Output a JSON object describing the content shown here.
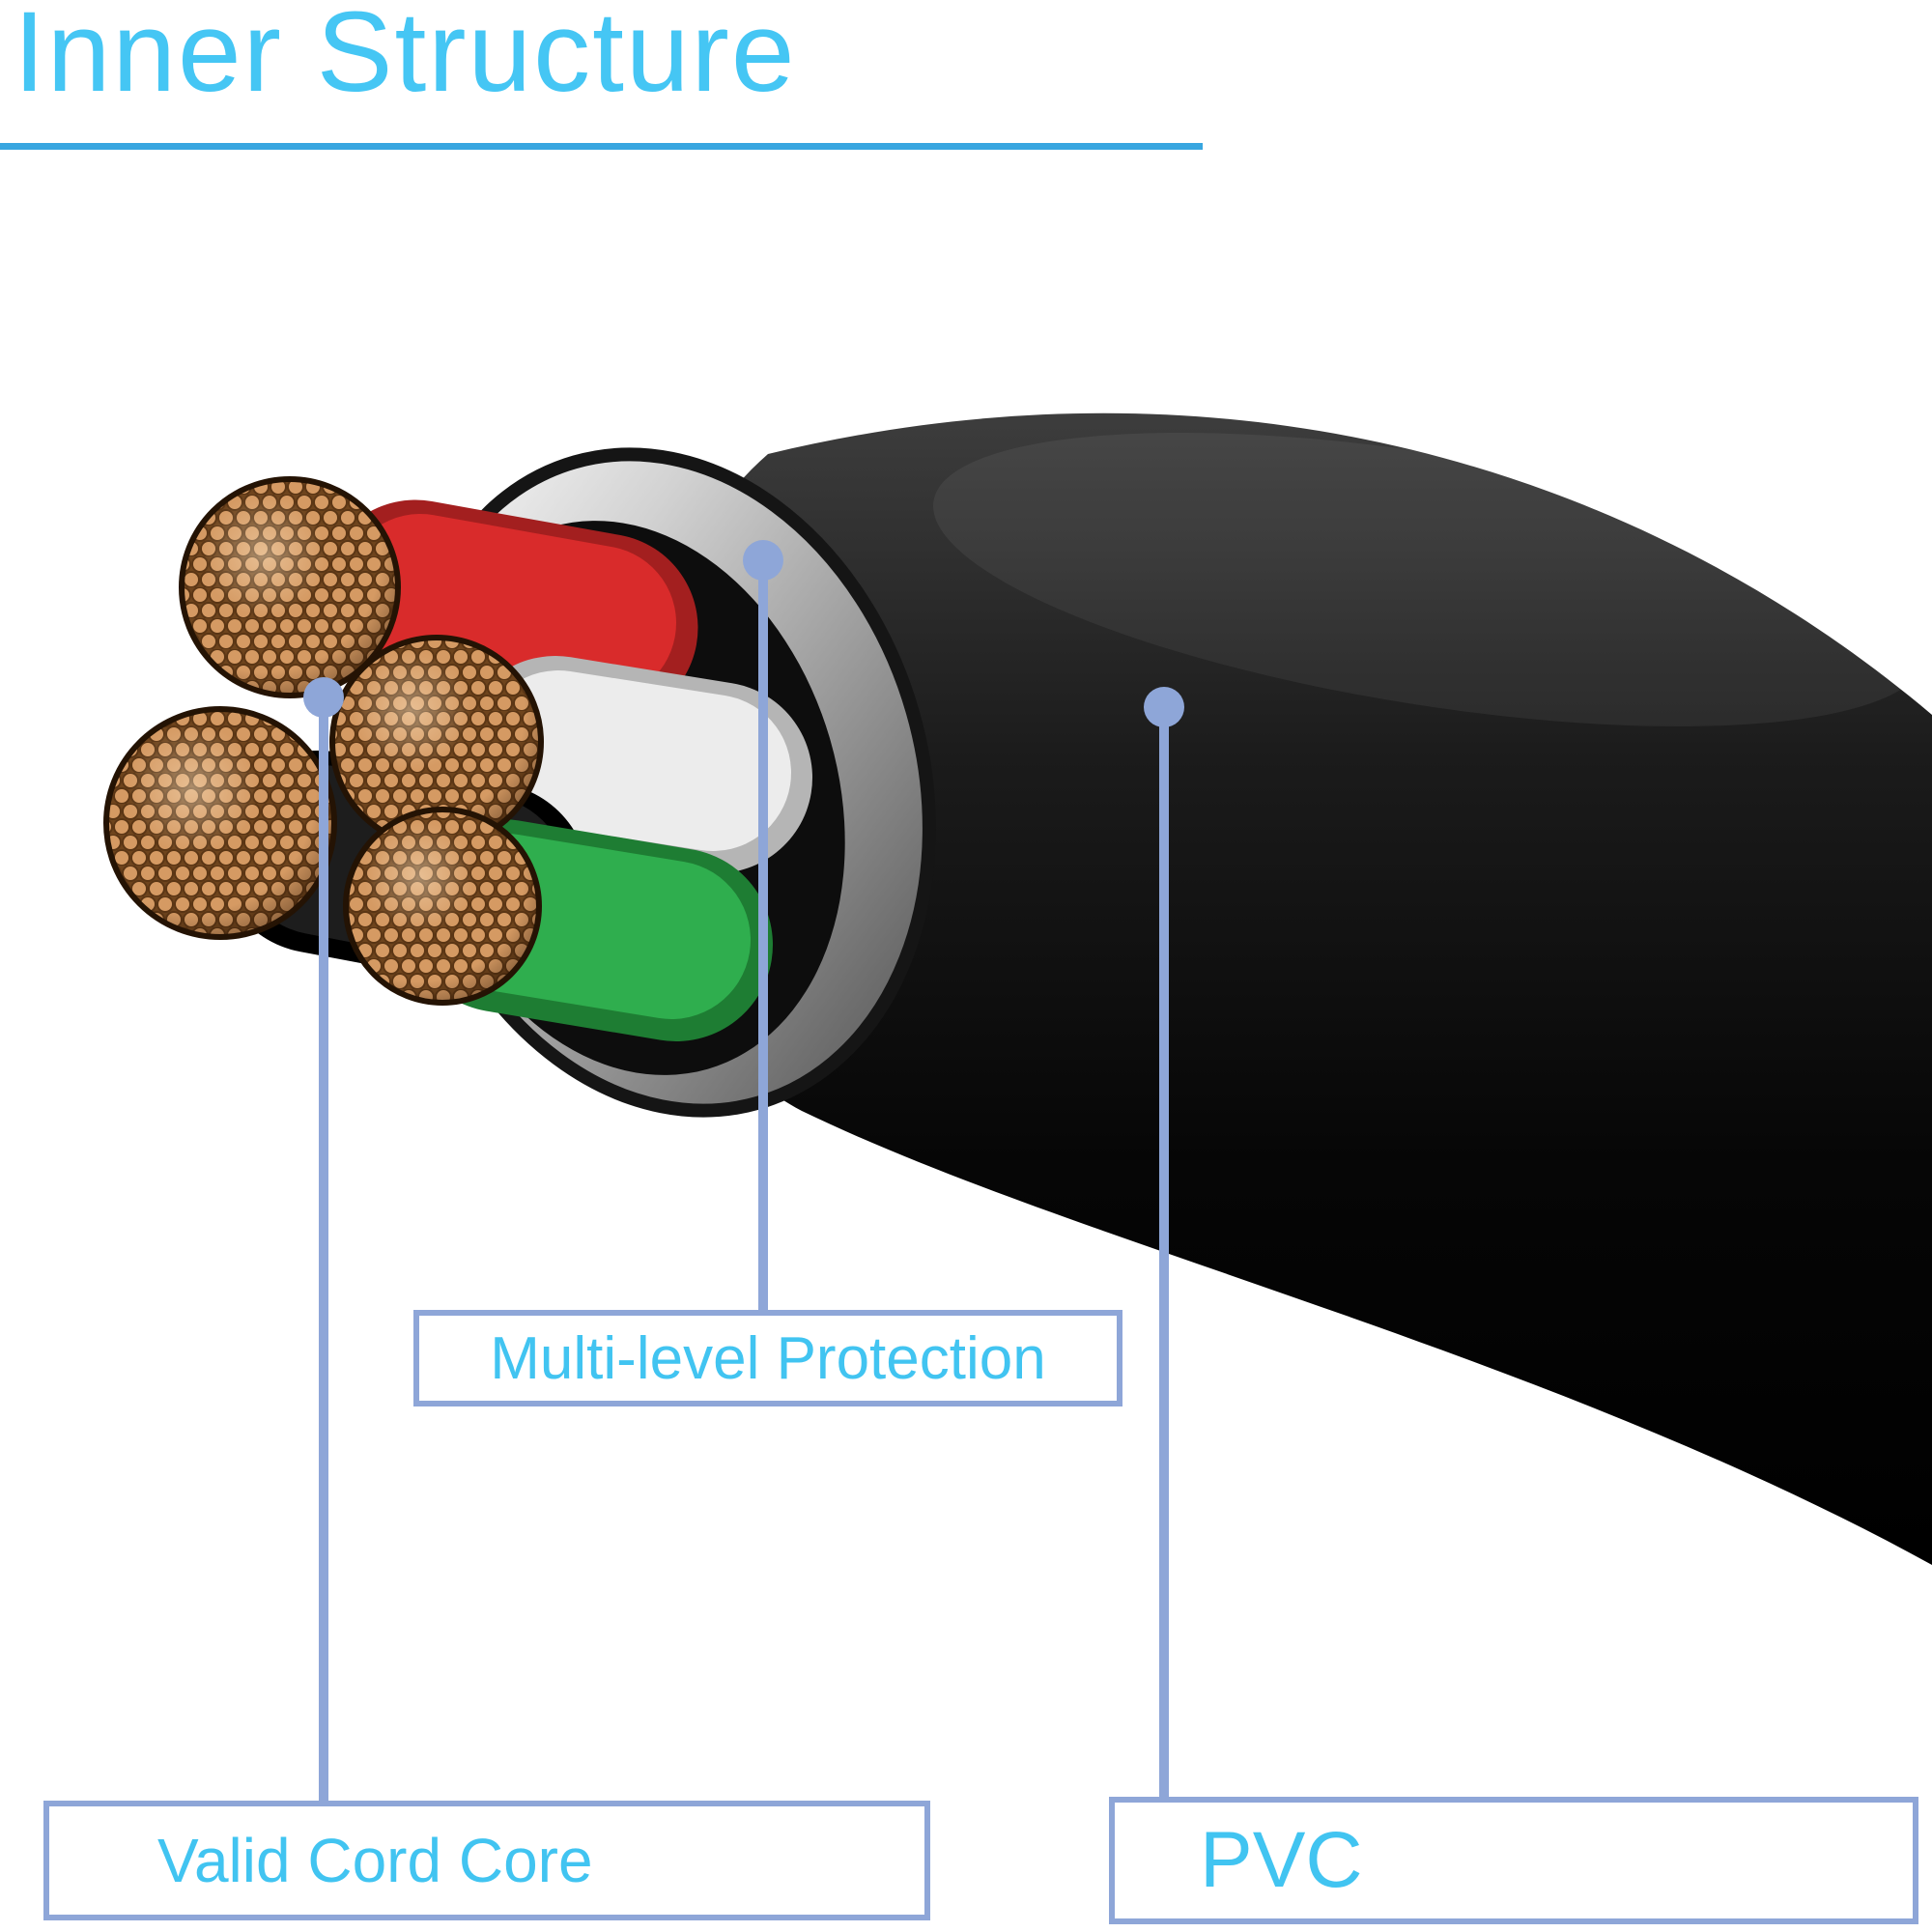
{
  "page": {
    "background_color": "#ffffff"
  },
  "header": {
    "title": "Inner Structure",
    "title_color": "#45c6f4",
    "underline_color": "#38a6e0"
  },
  "illustration": {
    "subject": "cable-cutaway",
    "colors": {
      "outer_jacket": "#0a0a0a",
      "shield": "#c9c9c9",
      "copper": "#c98d5e",
      "insulation_red": "#d92b2b",
      "insulation_white": "#ececec",
      "insulation_green": "#2fae4e"
    }
  },
  "callouts": {
    "connector_color": "#8ea6d8",
    "label_color": "#41c4f1",
    "protection": {
      "label": "Multi-level Protection"
    },
    "core": {
      "label": "Valid Cord Core"
    },
    "pvc": {
      "label": "PVC"
    }
  }
}
